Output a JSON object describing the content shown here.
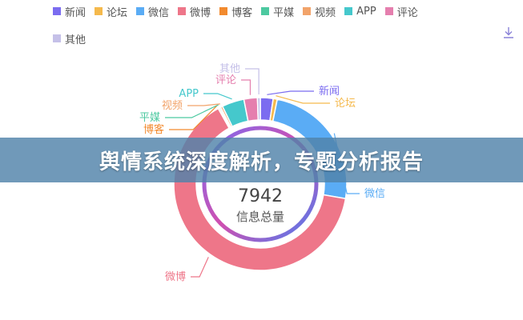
{
  "chart_data": {
    "type": "pie",
    "variant": "donut",
    "center_value": "7942",
    "center_label": "信息总量",
    "categories": [
      "新闻",
      "论坛",
      "微信",
      "微博",
      "博客",
      "平媒",
      "视频",
      "APP",
      "评论",
      "其他"
    ],
    "values": [
      190,
      60,
      1950,
      5100,
      20,
      20,
      30,
      330,
      200,
      42
    ],
    "colors": [
      "#7b6cf0",
      "#f5b94c",
      "#5aacf5",
      "#ee7689",
      "#f28a2e",
      "#4cc9a0",
      "#f2a36a",
      "#45c8cc",
      "#e57fae",
      "#c5c0e8"
    ],
    "legend_position": "top"
  },
  "banner": {
    "text": "舆情系统深度解析，专题分析报告"
  },
  "toolbar": {
    "download_icon": "download-icon"
  }
}
